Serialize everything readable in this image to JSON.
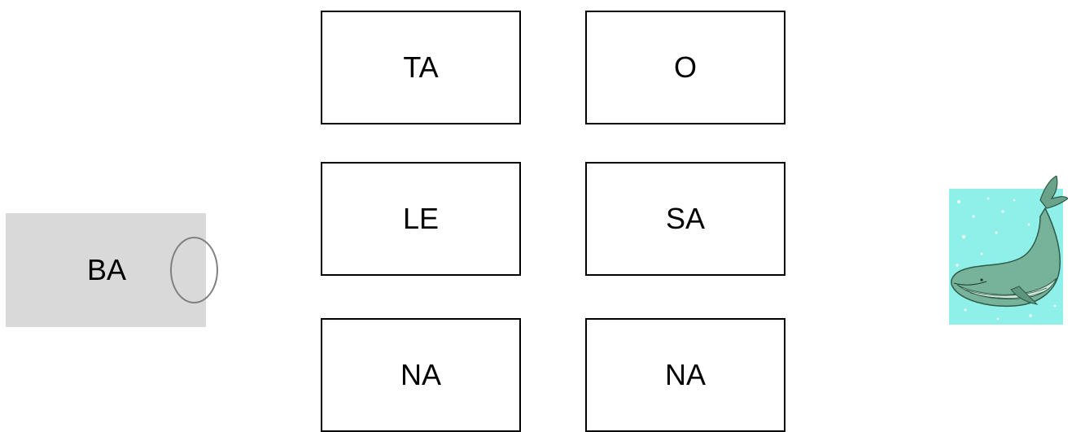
{
  "start_tile": {
    "label": "BA"
  },
  "syllable_cards": [
    {
      "label": "TA"
    },
    {
      "label": "O"
    },
    {
      "label": "LE"
    },
    {
      "label": "SA"
    },
    {
      "label": "NA"
    },
    {
      "label": "NA"
    }
  ],
  "picture": {
    "subject": "whale",
    "icon": "whale-icon",
    "background_color": "#8ef0e8",
    "whale_color": "#6aa38a"
  },
  "colors": {
    "start_tile_bg": "#d9d9d9",
    "knob_border": "#808080",
    "card_border": "#000000"
  }
}
